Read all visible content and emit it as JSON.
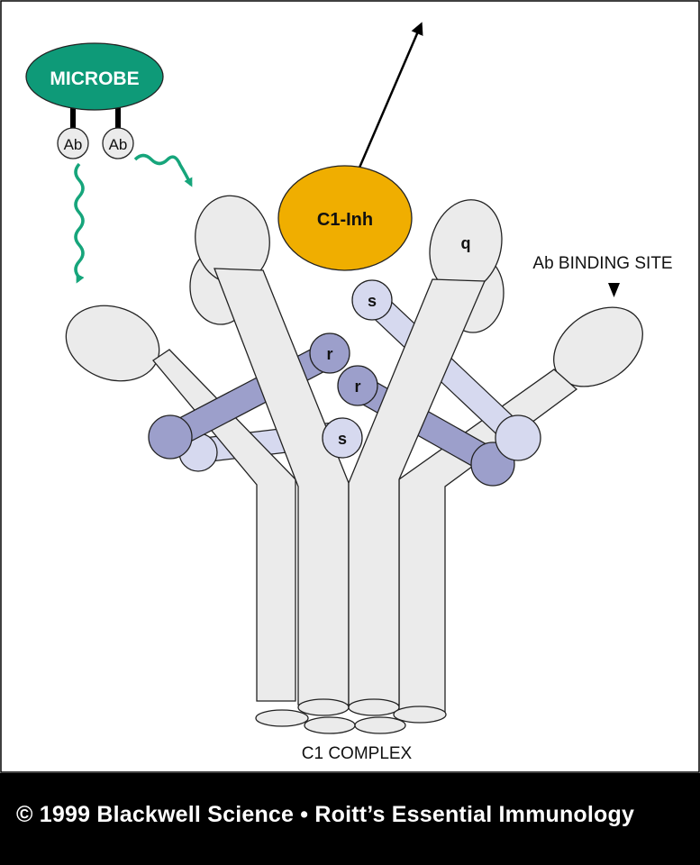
{
  "labels": {
    "microbe": "MICROBE",
    "antibody_left": "Ab",
    "antibody_right": "Ab",
    "inhibitor": "C1-Inh",
    "q_subunit": "q",
    "r_upper": "r",
    "r_lower": "r",
    "s_upper": "s",
    "s_lower": "s",
    "binding_site": "Ab BINDING SITE",
    "complex": "C1 COMPLEX"
  },
  "footer": {
    "copyright": "© 1999 Blackwell Science • Roitt’s Essential Immunology"
  },
  "colors": {
    "microbe": "#0e9a78",
    "activation_arrow": "#16a57b",
    "inhibitor": "#f0ae00",
    "q_stalk": "#ebebeb",
    "r_subunit": "#9c9fcb",
    "s_subunit": "#d6d9ef",
    "footer_bg": "#000000"
  }
}
